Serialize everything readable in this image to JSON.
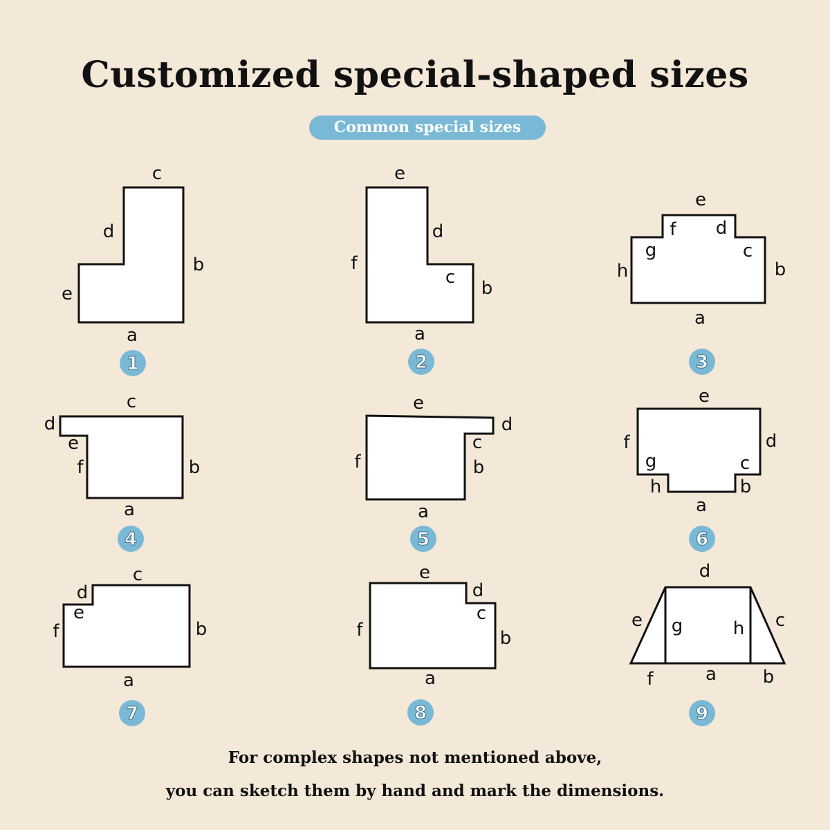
{
  "title": "Customized special-shaped sizes",
  "subtitle": "Common special sizes",
  "colors": {
    "background": "#f4e8d8",
    "accent": "#79b9d6",
    "shape_fill": "#ffffff",
    "stroke": "#111111"
  },
  "shapes": [
    {
      "number": "1",
      "labels": [
        "a",
        "b",
        "c",
        "d",
        "e"
      ]
    },
    {
      "number": "2",
      "labels": [
        "a",
        "b",
        "c",
        "d",
        "e",
        "f"
      ]
    },
    {
      "number": "3",
      "labels": [
        "a",
        "b",
        "c",
        "d",
        "e",
        "f",
        "g",
        "h"
      ]
    },
    {
      "number": "4",
      "labels": [
        "a",
        "b",
        "c",
        "d",
        "e",
        "f"
      ]
    },
    {
      "number": "5",
      "labels": [
        "a",
        "b",
        "c",
        "d",
        "e",
        "f"
      ]
    },
    {
      "number": "6",
      "labels": [
        "a",
        "b",
        "c",
        "d",
        "e",
        "f",
        "g",
        "h"
      ]
    },
    {
      "number": "7",
      "labels": [
        "a",
        "b",
        "c",
        "d",
        "e",
        "f"
      ]
    },
    {
      "number": "8",
      "labels": [
        "a",
        "b",
        "c",
        "d",
        "e",
        "f"
      ]
    },
    {
      "number": "9",
      "labels": [
        "a",
        "b",
        "c",
        "d",
        "e",
        "f",
        "g",
        "h"
      ]
    }
  ],
  "footer": {
    "line1": "For complex shapes not mentioned above,",
    "line2": "you can sketch them by hand and mark the dimensions."
  }
}
